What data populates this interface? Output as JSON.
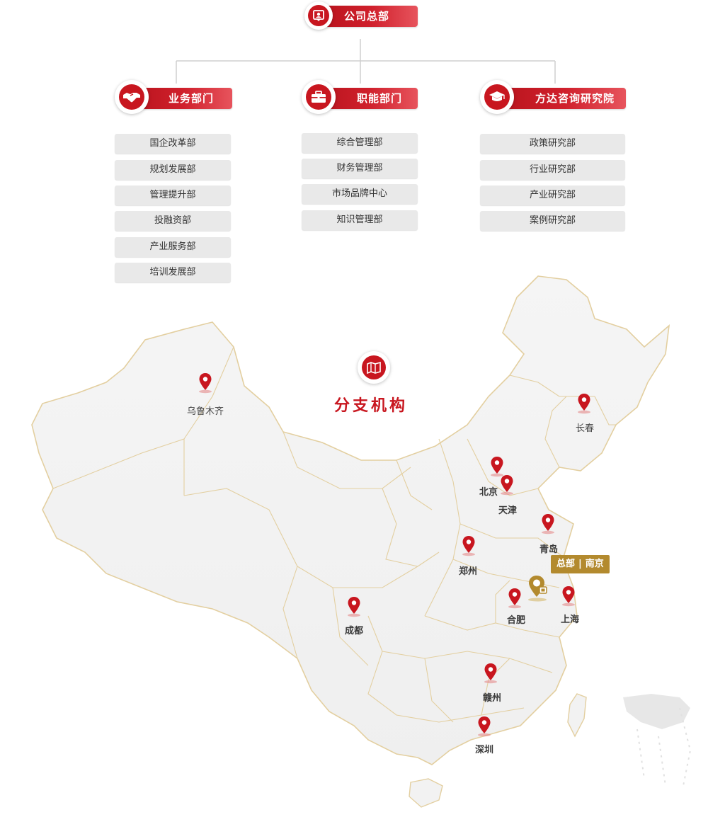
{
  "org": {
    "headquarters": "公司总部",
    "divisions": [
      {
        "title": "业务部门",
        "icon": "handshake-icon",
        "departments": [
          "国企改革部",
          "规划发展部",
          "管理提升部",
          "投融资部",
          "产业服务部",
          "培训发展部"
        ]
      },
      {
        "title": "职能部门",
        "icon": "briefcase-icon",
        "departments": [
          "综合管理部",
          "财务管理部",
          "市场品牌中心",
          "知识管理部"
        ]
      },
      {
        "title": "方达咨询研究院",
        "icon": "graduation-cap-icon",
        "departments": [
          "政策研究部",
          "行业研究部",
          "产业研究部",
          "案例研究部"
        ]
      }
    ]
  },
  "branches": {
    "title": "分支机构",
    "cities": {
      "urumqi": "乌鲁木齐",
      "changchun": "长春",
      "beijing": "北京",
      "tianjin": "天津",
      "qingdao": "青岛",
      "zhengzhou": "郑州",
      "hefei": "合肥",
      "shanghai": "上海",
      "chengdu": "成都",
      "ganzhou": "赣州",
      "shenzhen": "深圳"
    },
    "hq_tag": {
      "label": "总部",
      "separator": "|",
      "city": "南京"
    }
  },
  "colors": {
    "brand_red": "#c8161f",
    "hq_gold": "#b38a2e",
    "map_border": "#e3cfa0",
    "map_fill": "#f2f2f2"
  }
}
